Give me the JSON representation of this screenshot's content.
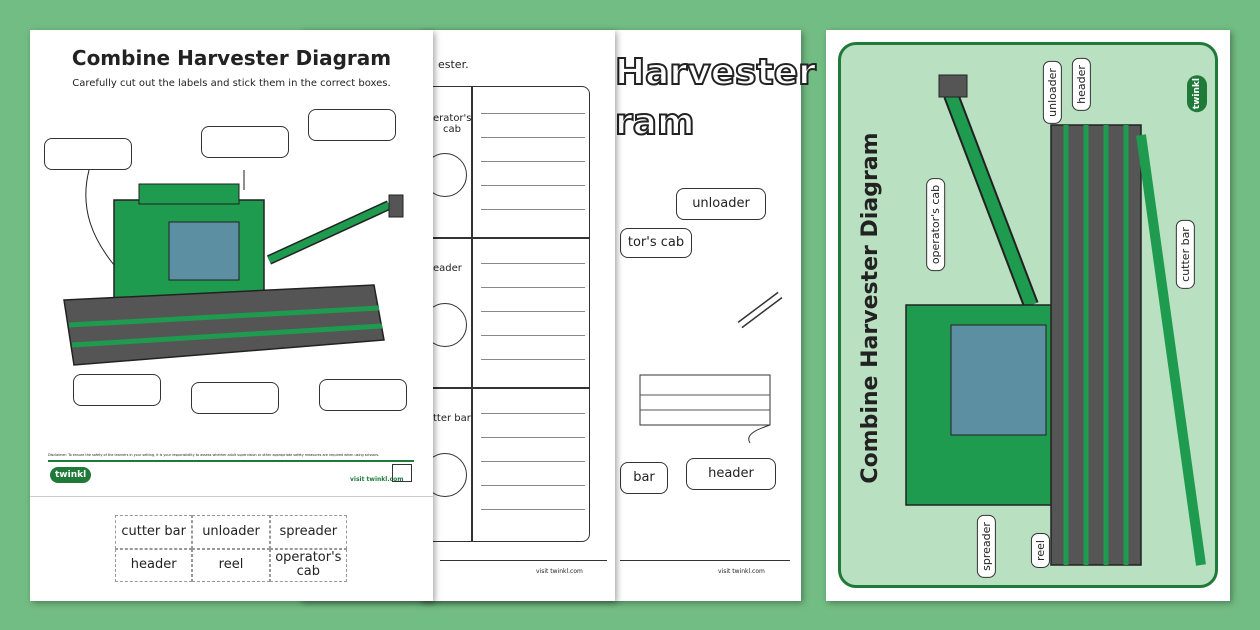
{
  "worksheet": {
    "title": "Combine Harvester Diagram",
    "instructions": "Carefully cut out the labels and stick them in the correct boxes.",
    "disclaimer": "Disclaimer: To ensure the safety of the learners in your setting, it is your responsibility to assess whether adult supervision or other appropriate safety measures are required when using scissors.",
    "logo": "twinkl",
    "visit": "visit twinkl.com",
    "cutout_labels": [
      "cutter bar",
      "unloader",
      "spreader",
      "header",
      "reel",
      "operator's cab"
    ]
  },
  "middle_sheet": {
    "instruction_fragment": "ester.",
    "rows": [
      "erator's cab",
      "eader",
      "tter bar"
    ],
    "visit": "visit twinkl.com"
  },
  "back_sheet": {
    "title_line1": "Harvester",
    "title_line2": "ram",
    "labels": [
      "unloader",
      "tor's cab",
      "bar",
      "header"
    ],
    "visit": "visit twinkl.com"
  },
  "poster": {
    "title": "Combine Harvester Diagram",
    "logo": "twinkl",
    "labels": [
      "unloader",
      "header",
      "operator's cab",
      "cutter bar",
      "spreader",
      "reel"
    ]
  },
  "colors": {
    "background": "#72bd83",
    "harvester_green": "#1e9b4f",
    "poster_panel": "#b9e0c1",
    "poster_border": "#1f7a3a"
  }
}
